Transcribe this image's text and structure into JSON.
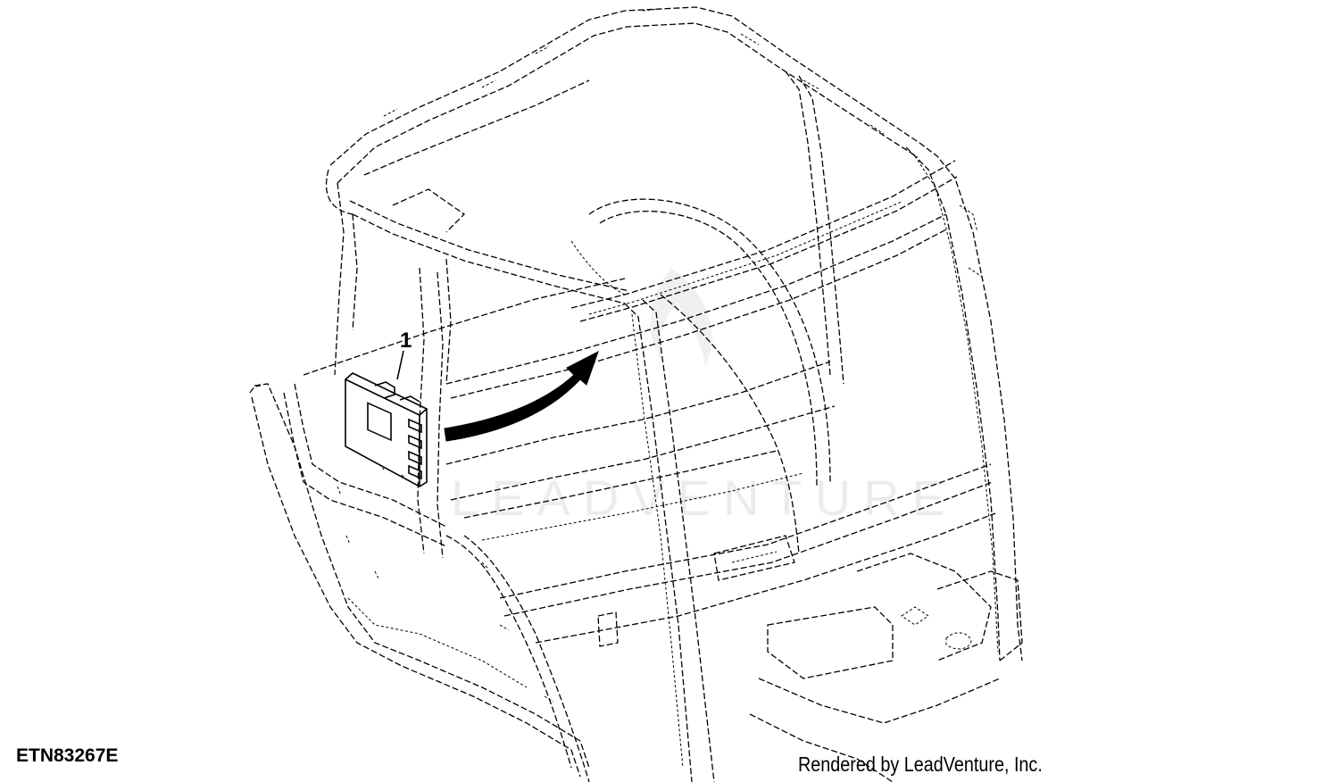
{
  "figure": {
    "id_label": "ETN83267E",
    "callouts": [
      {
        "number": "1"
      }
    ],
    "credit": "Rendered by LeadVenture, Inc.",
    "watermark": "LEADVENTURE"
  }
}
